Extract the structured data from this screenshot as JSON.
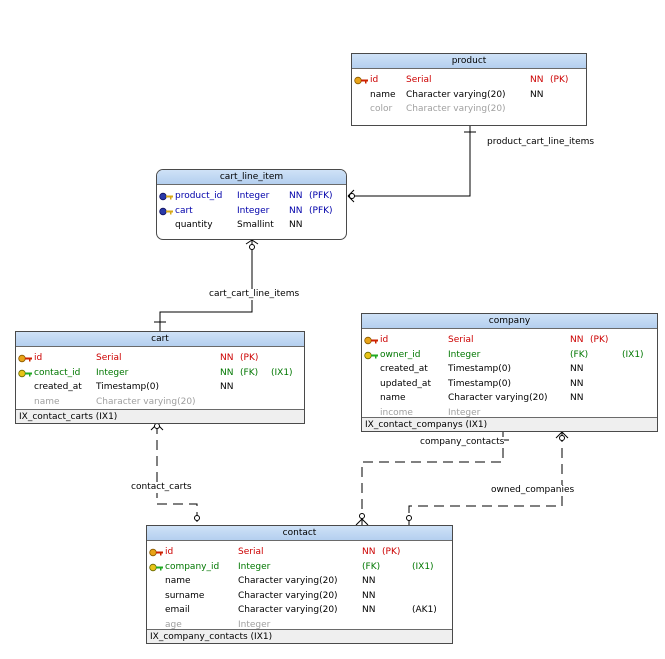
{
  "entities": {
    "product": {
      "title": "product",
      "rows": [
        {
          "icon": "pk-key-icon",
          "name": "id",
          "type": "Serial",
          "nn": "NN",
          "flags": "(PK)",
          "ix": "",
          "style": "pk"
        },
        {
          "icon": "",
          "name": "name",
          "type": "Character varying(20)",
          "nn": "NN",
          "flags": "",
          "ix": "",
          "style": "normal"
        },
        {
          "icon": "",
          "name": "color",
          "type": "Character varying(20)",
          "nn": "",
          "flags": "",
          "ix": "",
          "style": "gray"
        }
      ]
    },
    "cart_line_item": {
      "title": "cart_line_item",
      "rows": [
        {
          "icon": "pfk-key-icon",
          "name": "product_id",
          "type": "Integer",
          "nn": "NN",
          "flags": "(PFK)",
          "ix": "",
          "style": "pfk"
        },
        {
          "icon": "pfk-key-icon",
          "name": "cart",
          "type": "Integer",
          "nn": "NN",
          "flags": "(PFK)",
          "ix": "",
          "style": "pfk"
        },
        {
          "icon": "",
          "name": "quantity",
          "type": "Smallint",
          "nn": "NN",
          "flags": "",
          "ix": "",
          "style": "normal"
        }
      ]
    },
    "cart": {
      "title": "cart",
      "rows": [
        {
          "icon": "pk-key-icon",
          "name": "id",
          "type": "Serial",
          "nn": "NN",
          "flags": "(PK)",
          "ix": "",
          "style": "pk"
        },
        {
          "icon": "fk-key-icon",
          "name": "contact_id",
          "type": "Integer",
          "nn": "NN",
          "flags": "(FK)",
          "ix": "(IX1)",
          "style": "fk"
        },
        {
          "icon": "",
          "name": "created_at",
          "type": "Timestamp(0)",
          "nn": "NN",
          "flags": "",
          "ix": "",
          "style": "normal"
        },
        {
          "icon": "",
          "name": "name",
          "type": "Character varying(20)",
          "nn": "",
          "flags": "",
          "ix": "",
          "style": "gray"
        }
      ],
      "footer": "IX_contact_carts (IX1)"
    },
    "company": {
      "title": "company",
      "rows": [
        {
          "icon": "pk-key-icon",
          "name": "id",
          "type": "Serial",
          "nn": "NN",
          "flags": "(PK)",
          "ix": "",
          "style": "pk"
        },
        {
          "icon": "fk-key-icon",
          "name": "owner_id",
          "type": "Integer",
          "nn": "",
          "flags": "(FK)",
          "ix": "(IX1)",
          "style": "fk"
        },
        {
          "icon": "",
          "name": "created_at",
          "type": "Timestamp(0)",
          "nn": "NN",
          "flags": "",
          "ix": "",
          "style": "normal"
        },
        {
          "icon": "",
          "name": "updated_at",
          "type": "Timestamp(0)",
          "nn": "NN",
          "flags": "",
          "ix": "",
          "style": "normal"
        },
        {
          "icon": "",
          "name": "name",
          "type": "Character varying(20)",
          "nn": "NN",
          "flags": "",
          "ix": "",
          "style": "normal"
        },
        {
          "icon": "",
          "name": "income",
          "type": "Integer",
          "nn": "",
          "flags": "",
          "ix": "",
          "style": "gray"
        }
      ],
      "footer": "IX_contact_companys (IX1)"
    },
    "contact": {
      "title": "contact",
      "rows": [
        {
          "icon": "pk-key-icon",
          "name": "id",
          "type": "Serial",
          "nn": "NN",
          "flags": "(PK)",
          "ix": "",
          "style": "pk"
        },
        {
          "icon": "fk-key-icon",
          "name": "company_id",
          "type": "Integer",
          "nn": "",
          "flags": "(FK)",
          "ix": "(IX1)",
          "style": "fk"
        },
        {
          "icon": "",
          "name": "name",
          "type": "Character varying(20)",
          "nn": "NN",
          "flags": "",
          "ix": "",
          "style": "normal"
        },
        {
          "icon": "",
          "name": "surname",
          "type": "Character varying(20)",
          "nn": "NN",
          "flags": "",
          "ix": "",
          "style": "normal"
        },
        {
          "icon": "",
          "name": "email",
          "type": "Character varying(20)",
          "nn": "NN",
          "flags": "",
          "ix": "(AK1)",
          "style": "normal"
        },
        {
          "icon": "",
          "name": "age",
          "type": "Integer",
          "nn": "",
          "flags": "",
          "ix": "",
          "style": "gray"
        }
      ],
      "footer": "IX_company_contacts (IX1)"
    }
  },
  "relationships": {
    "product_cart_line_items": "product_cart_line_items",
    "cart_cart_line_items": "cart_cart_line_items",
    "company_contacts": "company_contacts",
    "contact_carts": "contact_carts",
    "owned_companies": "owned_companies"
  },
  "colors": {
    "header_fill": "#b4cfef",
    "pk_text": "#cc0000",
    "fk_text": "#007700",
    "pfk_text": "#0000aa",
    "optional_text": "#a0a0a0",
    "line": "#000000"
  }
}
